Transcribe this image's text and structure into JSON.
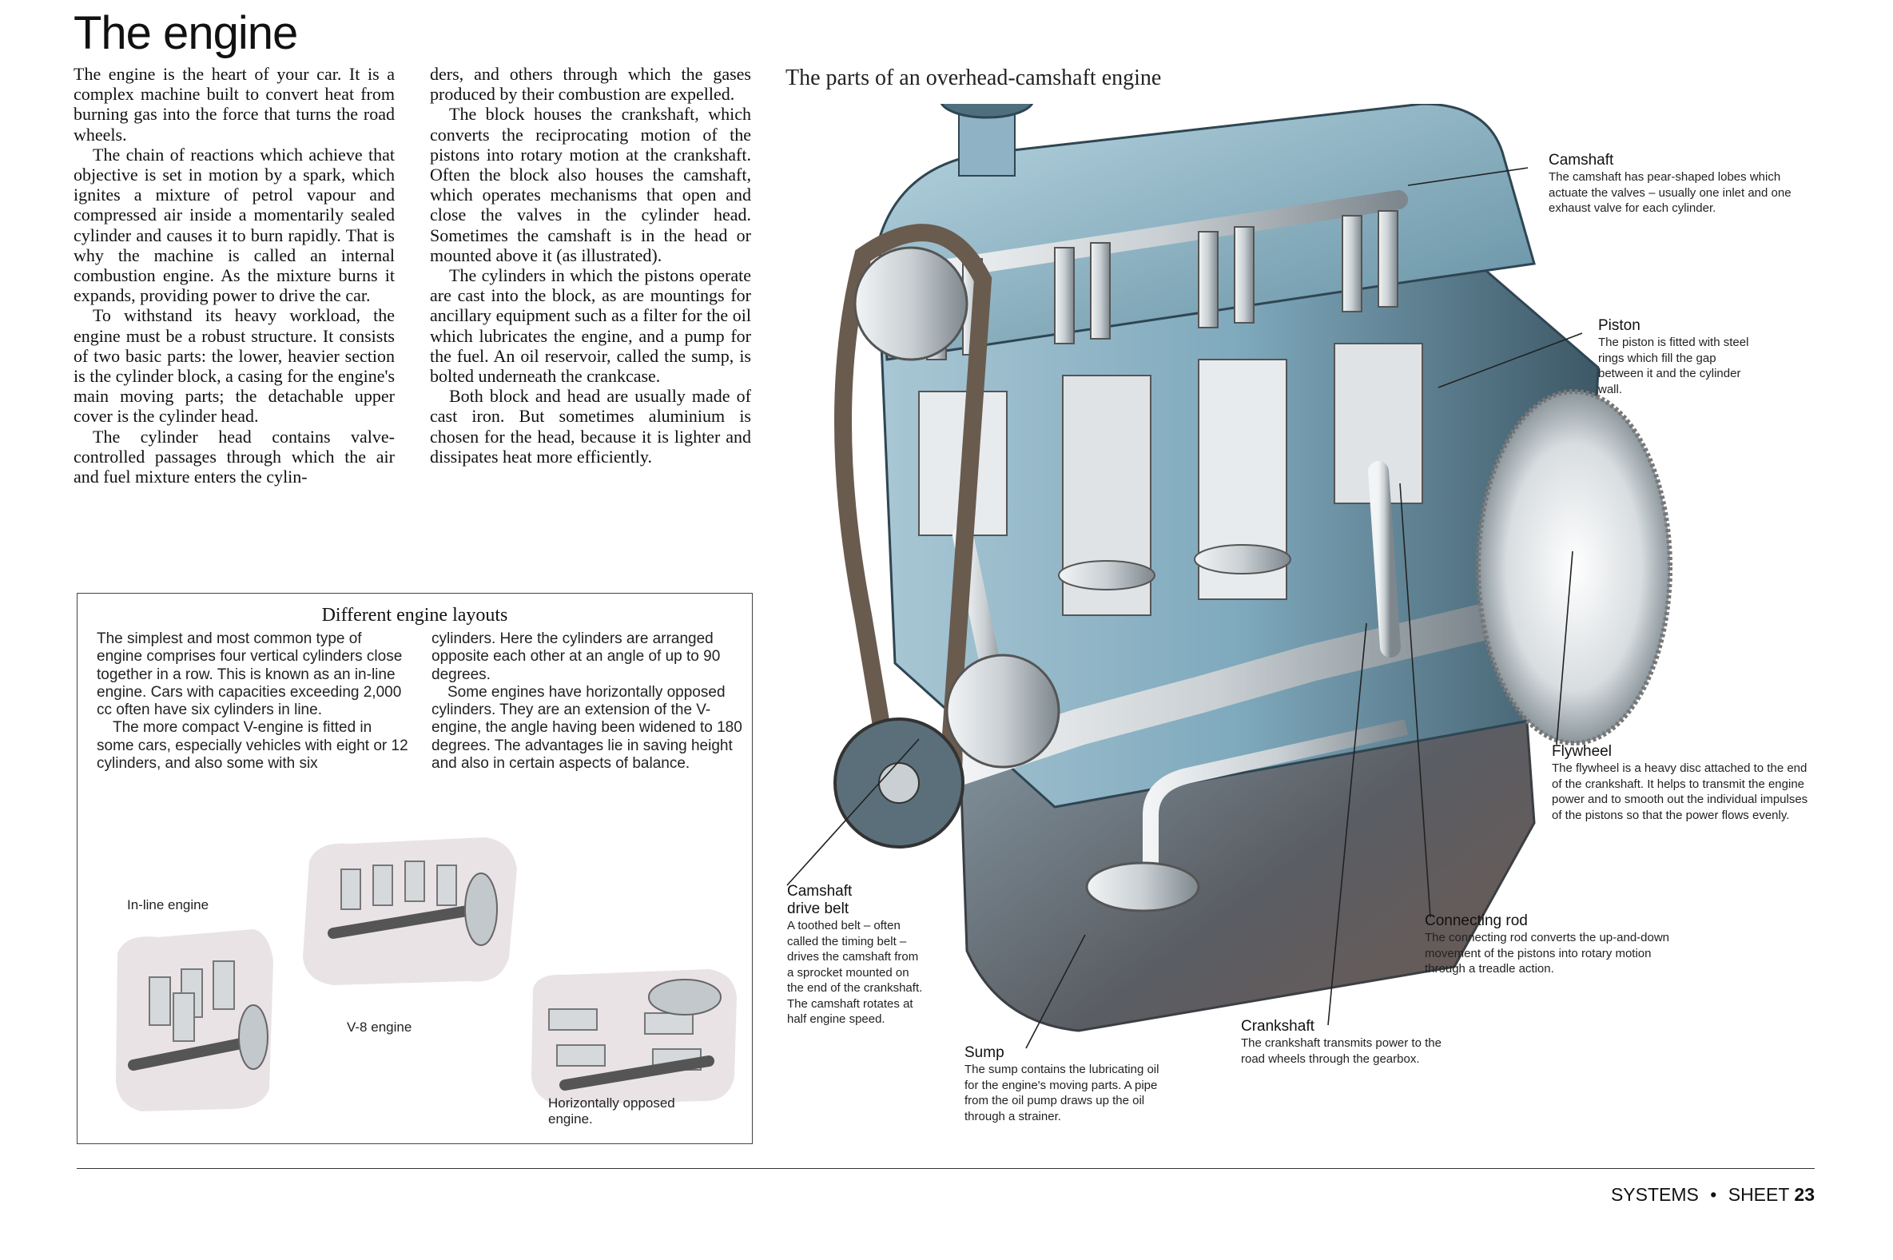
{
  "page": {
    "title": "The engine",
    "footer": {
      "section": "SYSTEMS",
      "separator": "•",
      "sheet_label": "SHEET",
      "sheet_number": "23"
    }
  },
  "intro": {
    "column1": [
      "The engine is the heart of your car. It is a complex machine built to convert heat from burning gas into the force that turns the road wheels.",
      "The chain of reactions which achieve that objective is set in motion by a spark, which ignites a mixture of petrol vapour and compressed air inside a momentarily sealed cylinder and causes it to burn rapidly. That is why the machine is called an internal combustion engine. As the mixture burns it expands, providing power to drive the car.",
      "To withstand its heavy workload, the engine must be a robust structure. It consists of two basic parts: the lower, heavier section is the cylinder block, a casing for the engine's main moving parts; the detachable upper cover is the cylinder head.",
      "The cylinder head contains valve-controlled passages through which the air and fuel mixture enters the cylin-"
    ],
    "column2": [
      "ders, and others through which the gases produced by their combustion are expelled.",
      "The block houses the crankshaft, which converts the reciprocating motion of the pistons into rotary motion at the crankshaft. Often the block also houses the camshaft, which operates mechanisms that open and close the valves in the cylinder head. Sometimes the camshaft is in the head or mounted above it (as illustrated).",
      "The cylinders in which the pistons operate are cast into the block, as are mountings for ancillary equipment such as a filter for the oil which lubricates the engine, and a pump for the fuel. An oil reservoir, called the sump, is bolted underneath the crankcase.",
      "Both block and head are usually made of cast iron. But sometimes aluminium is chosen for the head, because it is lighter and dissipates heat more efficiently."
    ]
  },
  "layouts": {
    "heading": "Different engine layouts",
    "column1": [
      "The simplest and most common type of engine comprises four vertical cylinders close together in a row. This is known as an in-line engine. Cars with capacities exceeding 2,000 cc often have six cylinders in line.",
      "The more compact V-engine is fitted in some cars, especially vehicles with eight or 12 cylinders, and also some with six"
    ],
    "column2": [
      "cylinders. Here the cylinders are arranged opposite each other at an angle of up to 90 degrees.",
      "Some engines have horizontally opposed cylinders. They are an extension of the V-engine, the angle having been widened to 180 degrees. The advantages lie in saving height and also in certain aspects of balance."
    ],
    "labels": {
      "inline": "In-line engine",
      "v8": "V-8 engine",
      "opposed": "Horizontally opposed engine."
    }
  },
  "engine": {
    "heading": "The parts of an overhead-camshaft engine",
    "callouts": {
      "camshaft": {
        "title": "Camshaft",
        "text": "The camshaft has pear-shaped lobes which actuate the valves – usually one inlet and one exhaust valve for each cylinder."
      },
      "piston": {
        "title": "Piston",
        "text": "The piston is fitted with steel rings which fill the gap between it and the cylinder wall."
      },
      "flywheel": {
        "title": "Flywheel",
        "text": "The flywheel is a heavy disc attached to the end of the crankshaft. It helps to transmit the engine power and to smooth out the individual impulses of the pistons so that the power flows evenly."
      },
      "connecting_rod": {
        "title": "Connecting rod",
        "text": "The connecting rod converts the up-and-down movement of the pistons into rotary motion through a treadle action."
      },
      "crankshaft": {
        "title": "Crankshaft",
        "text": "The crankshaft transmits power to the road wheels through the gearbox."
      },
      "sump": {
        "title": "Sump",
        "text": "The sump contains the lubricating oil for the engine's moving parts. A pipe from the oil pump draws up the oil through a strainer."
      },
      "drive_belt": {
        "title_line1": "Camshaft",
        "title_line2": "drive belt",
        "text": "A toothed belt – often called the timing belt – drives the camshaft from a sprocket mounted on the end of the crankshaft. The camshaft rotates at half engine speed."
      }
    }
  },
  "colors": {
    "engine_blue": "#7fa9bd",
    "engine_dark": "#3d5866",
    "metal": "#c9cfd3",
    "sump_brown": "#6e5a52"
  }
}
